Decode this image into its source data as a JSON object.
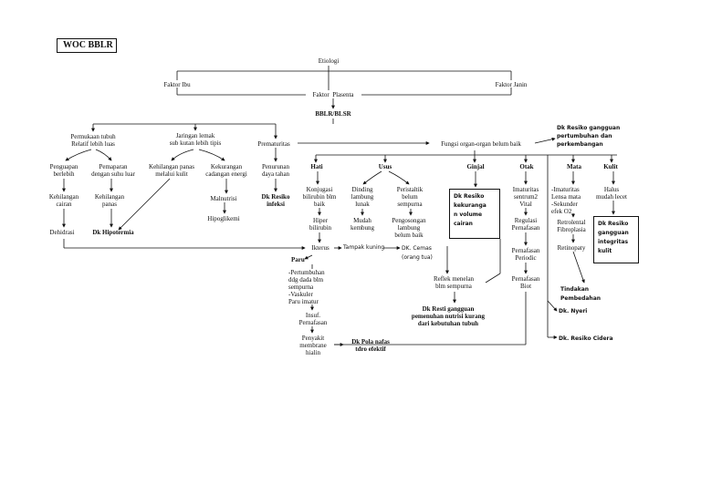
{
  "title": "WOC BBLR",
  "nodes": {
    "etiologi": "Etiologi",
    "faktor_ibu": "Faktor Ibu",
    "faktor_janin": "Faktor Janin",
    "faktor_plasenta": "Faktor  Plasenta",
    "bblr": "BBLR/BLSR",
    "permukaan": "Permukaan tubuh\nRelatif lebih luas",
    "jaringan": "Jaringan lemak\nsub kutan lebih tipis",
    "prematuritas": "Prematuritas",
    "fungsi": "Fungsi organ-organ belum baik",
    "dk_tumbuh": "Dk Resiko gangguan\npertumbuhan dan\nperkembangan",
    "penguapan": "Penguapan\nberlebih",
    "pemaparan": "Pemaparan\ndengan suhu luar",
    "kehilangan_panas_kulit": "Kehilangan panas\nmelalui kulit",
    "kekurangan": "Kekurangan\ncadangan energi",
    "penurunan": "Penurunan\ndaya tahan",
    "kehilangan_cairan": "Kehilangan\ncairan",
    "kehilangan_panas": "Kehilangan\npanas",
    "malnutrisi": "Malnutrisi",
    "hipoglikemi": "Hipoglikemi",
    "dk_infeksi": "Dk Resiko\ninfeksi",
    "dehidrasi": "Dehidrasi",
    "dk_hipotermia": "Dk Hipotermia",
    "hati": "Hati",
    "usus": "Usus",
    "ginjal": "Ginjal",
    "otak": "Otak",
    "mata": "Mata",
    "kulit": "Kulit",
    "konjugasi": "Konjugasi\nbilirubin blm\nbaik",
    "hiper": "Hiper\nbilirubin",
    "ikterus": "Ikterus",
    "tampak_kuning": "Tampak kuning",
    "dk_cemas": "DK. Cemas\n(orang tua)",
    "dinding": "Dinding\nlambung\nlunak",
    "mudah_kembung": "Mudah\nkembung",
    "peristaltik": "Peristaltik\nbelum\nsempurna",
    "pengosongan": "Pengosongan\nlambung\nbelum baik",
    "dk_volume": "Dk Resiko\nkekuranga\nn volume\ncairan",
    "imaturitas_sentrum": "Imaturitas\nsentrum2\nVital",
    "regulasi": "Regulasi\nPernafasan",
    "pernafasan_periodic": "Pernafasan\nPeriodic",
    "pernafasan_biot": "Pernafasan\nBiot",
    "imaturitas_lensa": "-Imaturitas\nLensa mata\n-Sekunder\nefek O2",
    "retrolental": "Retrolental\nFibroplasia",
    "retinopaty": "Retinopaty",
    "halus": "Halus\nmudah lecet",
    "dk_integritas": "Dk Resiko\ngangguan\nintegritas\nkulit",
    "tindakan": "Tindakan\nPembedahan",
    "dk_nyeri": "Dk. Nyeri",
    "dk_cidera": "Dk. Resiko Cidera",
    "paru": "Paru",
    "pertumbuhan_paru": "-Pertumbuhan\nddg dada blm\nsempurna\n-Vaskuler\nParu imatur",
    "insuf": "Insuf.\nPernafasan",
    "penyakit": "Penyakit\nmembrane\nhialin",
    "refleks": "Reflek menelan\nblm sempurna",
    "dk_nutrisi": "Dk Resti gangguan\npemenuhan nutrisi kurang\ndari kebutuhan tubuh",
    "dk_pola": "Dk Pola nafas\ntdro efektif"
  }
}
